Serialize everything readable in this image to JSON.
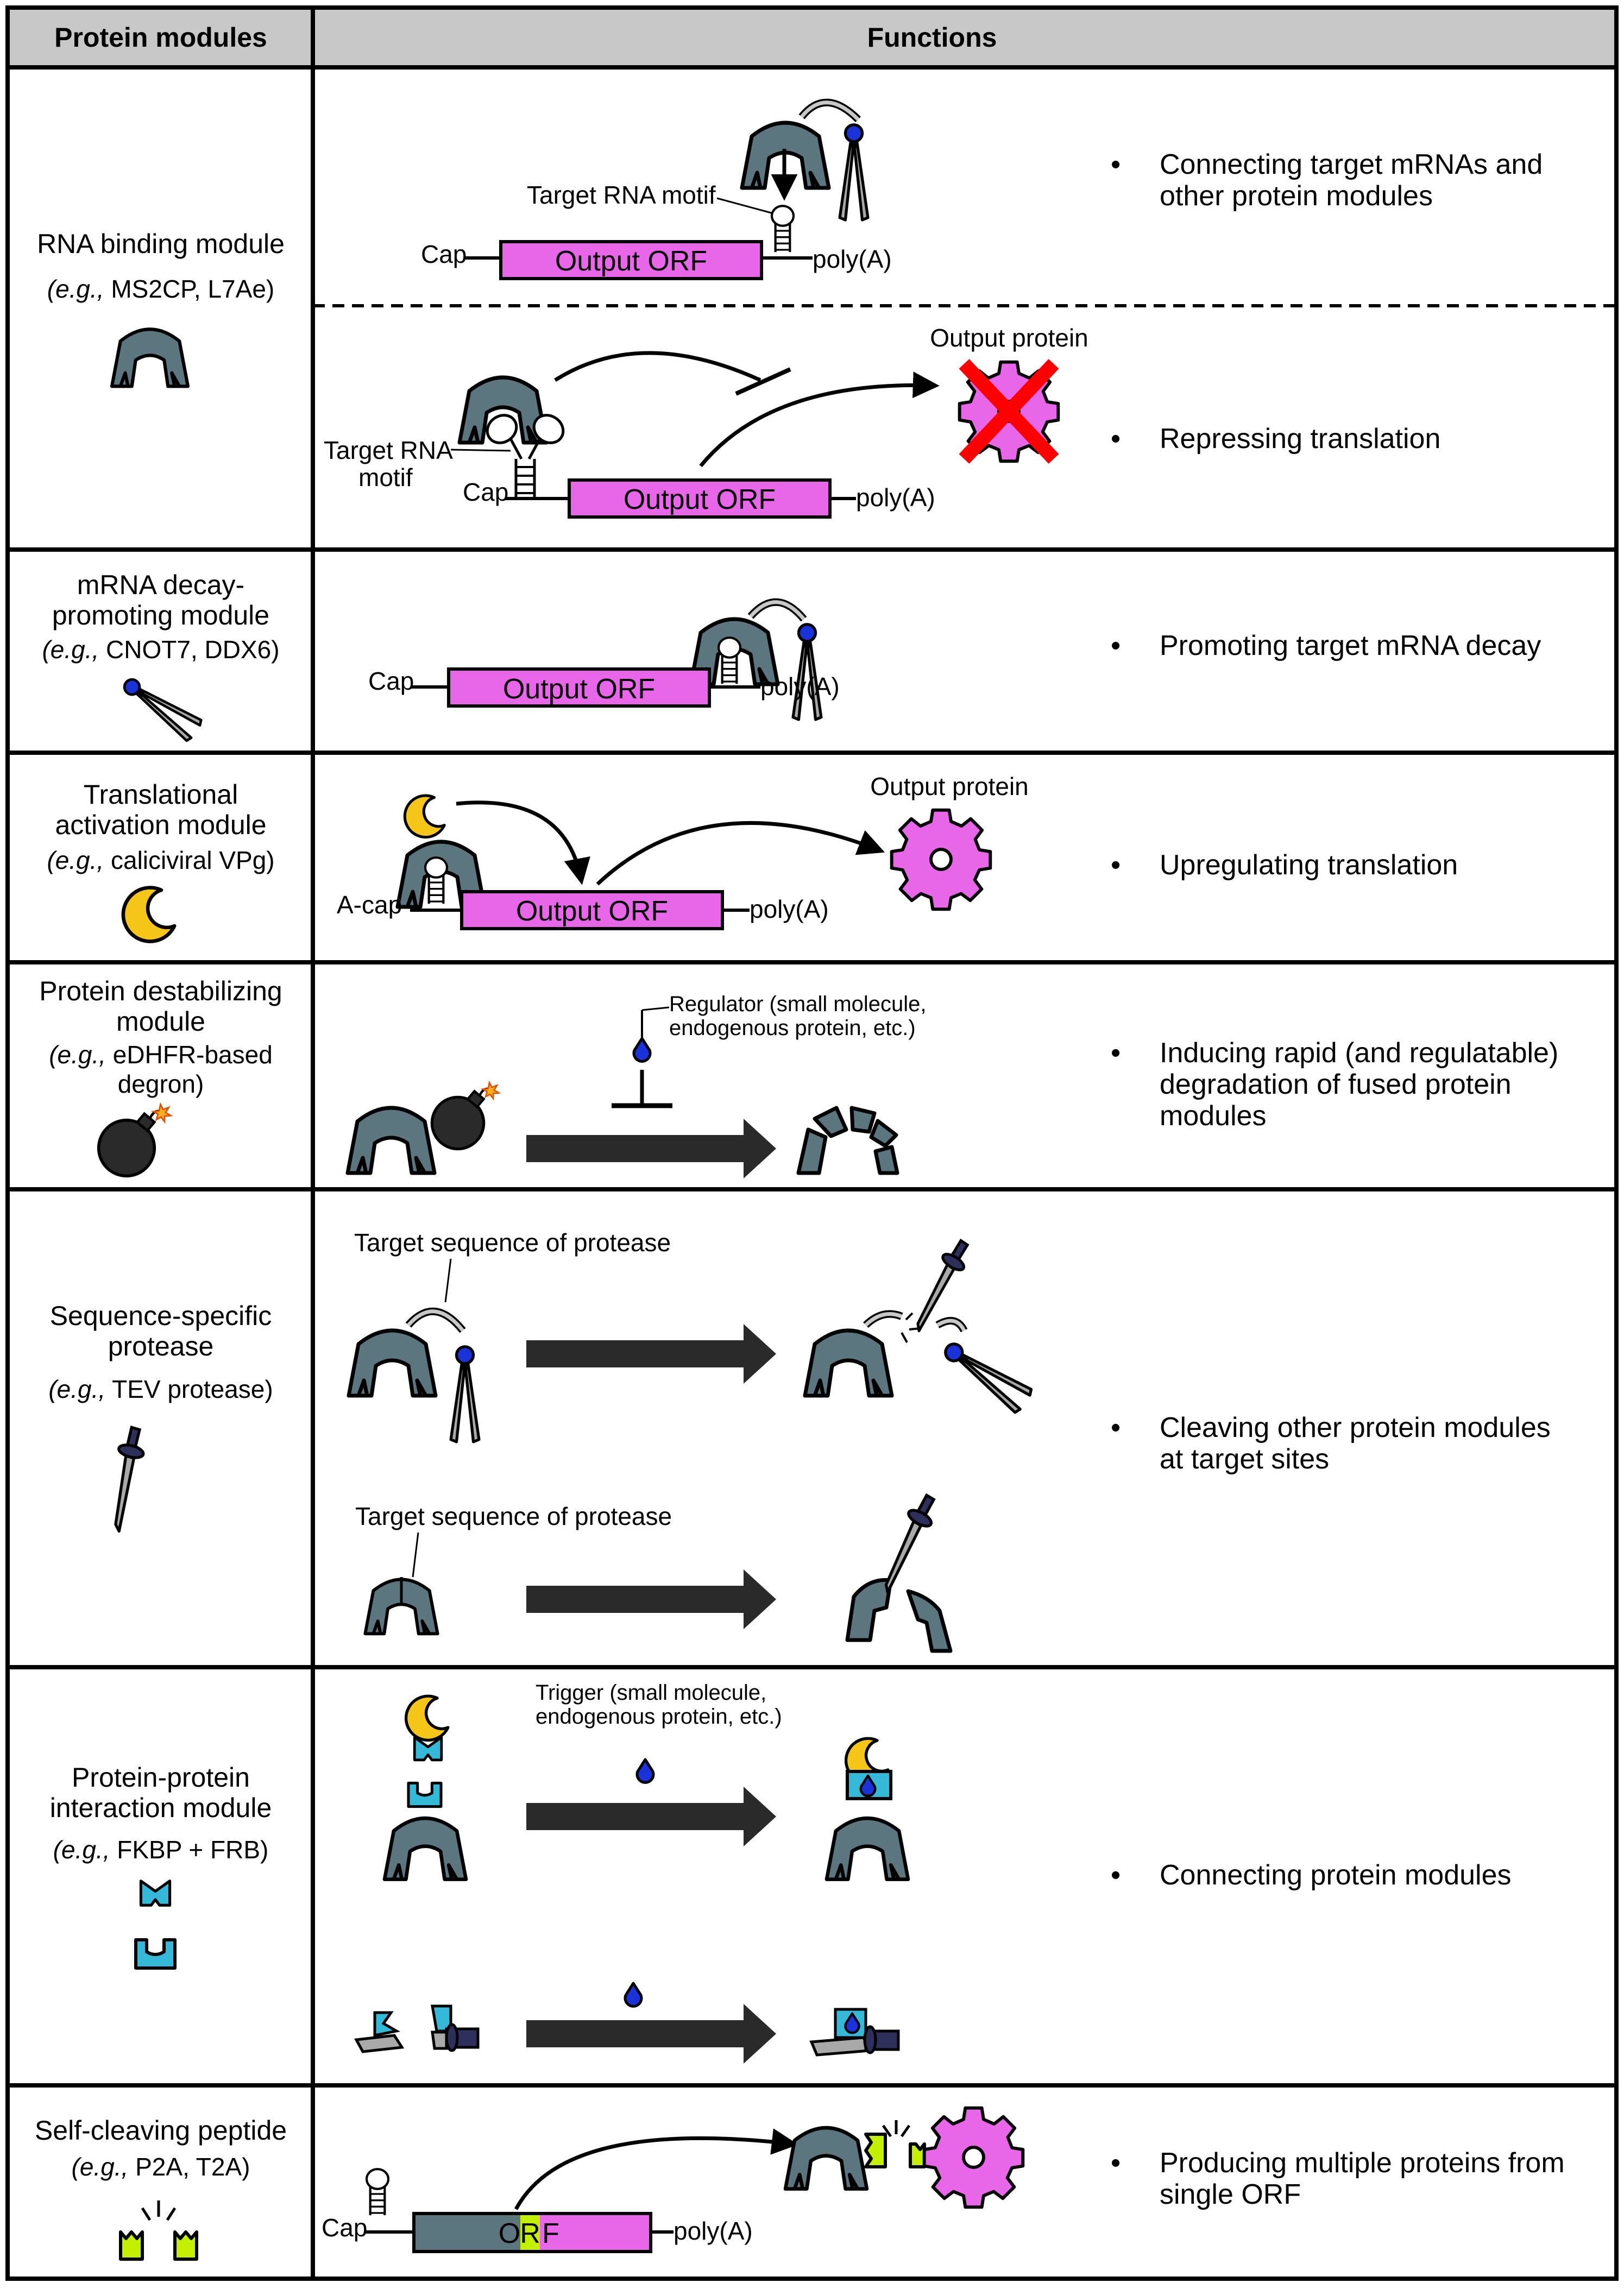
{
  "header": {
    "col1": "Protein modules",
    "col2": "Functions"
  },
  "colors": {
    "protein": "#5c7680",
    "orf": "#e866e8",
    "yellow": "#f5c518",
    "cyan": "#35b9d8",
    "navy": "#2e2f5a",
    "blue": "#1a33d8",
    "red": "#ff0000",
    "lime": "#c4f000"
  },
  "rows": [
    {
      "module": {
        "title_lines": [
          "RNA binding module"
        ],
        "example_prefix": "(e.g.,",
        "example_text": " MS2CP, L7Ae)",
        "icon": "rna-binding-protein-icon"
      },
      "functions": [
        "Connecting target mRNAs and",
        "other protein modules"
      ],
      "function2": [
        "Repressing translation"
      ],
      "labels": {
        "target_motif": "Target RNA motif",
        "cap": "Cap",
        "polya": "poly(A)",
        "orf": "Output ORF",
        "target_motif2a": "Target RNA",
        "target_motif2b": "motif",
        "output_protein": "Output protein"
      }
    },
    {
      "module": {
        "title_lines": [
          "mRNA decay-",
          "promoting module"
        ],
        "example_prefix": "(e.g.,",
        "example_text": " CNOT7, DDX6)",
        "icon": "decay-tweezers-icon"
      },
      "functions": [
        "Promoting target mRNA decay"
      ],
      "labels": {
        "cap": "Cap",
        "orf": "Output ORF",
        "polya": "poly(A)"
      }
    },
    {
      "module": {
        "title_lines": [
          "Translational",
          "activation module"
        ],
        "example_prefix": "(e.g.,",
        "example_text": " caliciviral VPg)",
        "icon": "crescent-icon"
      },
      "functions": [
        "Upregulating translation"
      ],
      "labels": {
        "cap": "A-cap",
        "orf": "Output ORF",
        "polya": "poly(A)",
        "output_protein": "Output protein"
      }
    },
    {
      "module": {
        "title_lines": [
          "Protein destabilizing",
          "module"
        ],
        "example_prefix": "(e.g.,",
        "example_text": " eDHFR-based",
        "example_text2": "degron)",
        "icon": "bomb-icon"
      },
      "functions": [
        "Inducing rapid (and regulatable)",
        "degradation of fused protein",
        "modules"
      ],
      "labels": {
        "regulator1": "Regulator (small molecule,",
        "regulator2": "endogenous protein, etc.)"
      }
    },
    {
      "module": {
        "title_lines": [
          "Sequence-specific",
          "protease"
        ],
        "example_prefix": "(e.g.,",
        "example_text": " TEV protease)",
        "icon": "dagger-icon"
      },
      "functions": [
        "Cleaving other protein modules",
        "at target sites"
      ],
      "labels": {
        "target_seq": "Target sequence of protease"
      }
    },
    {
      "module": {
        "title_lines": [
          "Protein-protein",
          "interaction module"
        ],
        "example_prefix": "(e.g.,",
        "example_text": " FKBP + FRB)",
        "icon": "interaction-pair-icon"
      },
      "functions": [
        "Connecting protein modules"
      ],
      "labels": {
        "trigger1": "Trigger (small molecule,",
        "trigger2": "endogenous protein, etc.)"
      }
    },
    {
      "module": {
        "title_lines": [
          "Self-cleaving peptide"
        ],
        "example_prefix": "(e.g.,",
        "example_text": " P2A, T2A)",
        "icon": "self-cleaving-peptide-icon"
      },
      "functions": [
        "Producing multiple proteins from",
        "single ORF"
      ],
      "labels": {
        "cap": "Cap",
        "orf_o": "O",
        "orf_r": "R",
        "orf_f": "F",
        "polya": "poly(A)"
      }
    }
  ]
}
